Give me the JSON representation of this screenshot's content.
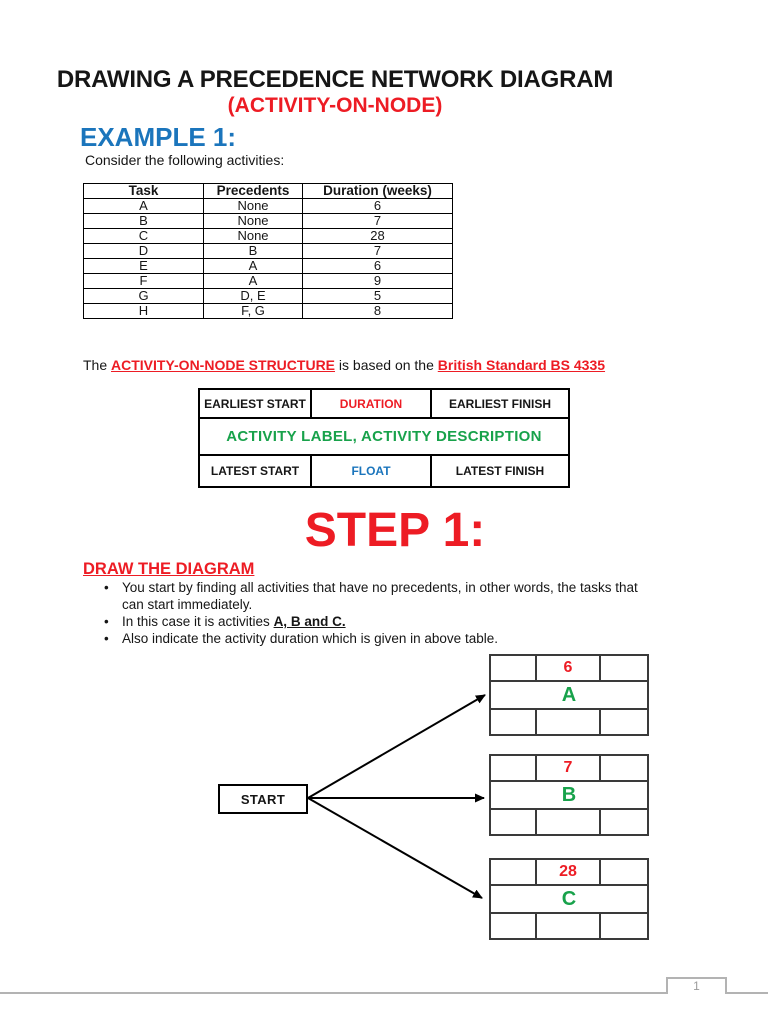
{
  "colors": {
    "red": "#ed1c24",
    "blue": "#1b75bc",
    "green": "#18a24b",
    "ink": "#161616",
    "node_border": "#3a3a3a",
    "footer_gray": "#b3b3b3",
    "page_num_gray": "#9b9b9b"
  },
  "header": {
    "title": "DRAWING A PRECEDENCE NETWORK DIAGRAM",
    "subtitle": "(ACTIVITY-ON-NODE)"
  },
  "example": {
    "heading": "EXAMPLE 1:",
    "intro": "Consider the following activities:"
  },
  "activities_table": {
    "headers": [
      "Task",
      "Precedents",
      "Duration (weeks)"
    ],
    "rows": [
      [
        "A",
        "None",
        "6"
      ],
      [
        "B",
        "None",
        "7"
      ],
      [
        "C",
        "None",
        "28"
      ],
      [
        "D",
        "B",
        "7"
      ],
      [
        "E",
        "A",
        "6"
      ],
      [
        "F",
        "A",
        "9"
      ],
      [
        "G",
        "D, E",
        "5"
      ],
      [
        "H",
        "F, G",
        "8"
      ]
    ]
  },
  "standard_line": {
    "prefix": "The ",
    "emphasis1": "ACTIVITY-ON-NODE STRUCTURE",
    "middle": " is based on the ",
    "emphasis2": "British Standard BS 4335"
  },
  "aon_structure": {
    "earliest_start": "EARLIEST START",
    "duration": "DURATION",
    "earliest_finish": "EARLIEST FINISH",
    "activity_label": "ACTIVITY LABEL, ACTIVITY DESCRIPTION",
    "latest_start": "LATEST START",
    "float": "FLOAT",
    "latest_finish": "LATEST FINISH"
  },
  "step1": {
    "heading": "STEP 1:",
    "subheading": "DRAW THE DIAGRAM",
    "bullets": [
      {
        "text": "You start by finding all activities that have no precedents, in other words, the tasks that\ncan start immediately.",
        "emphasis": ""
      },
      {
        "text": "In this case it is activities ",
        "emphasis": "A, B and C."
      },
      {
        "text": "Also indicate the activity duration which is given in above table.",
        "emphasis": ""
      }
    ]
  },
  "diagram": {
    "start_label": "START",
    "nodes": [
      {
        "label": "A",
        "duration": "6"
      },
      {
        "label": "B",
        "duration": "7"
      },
      {
        "label": "C",
        "duration": "28"
      }
    ]
  },
  "footer": {
    "page_number": "1"
  }
}
